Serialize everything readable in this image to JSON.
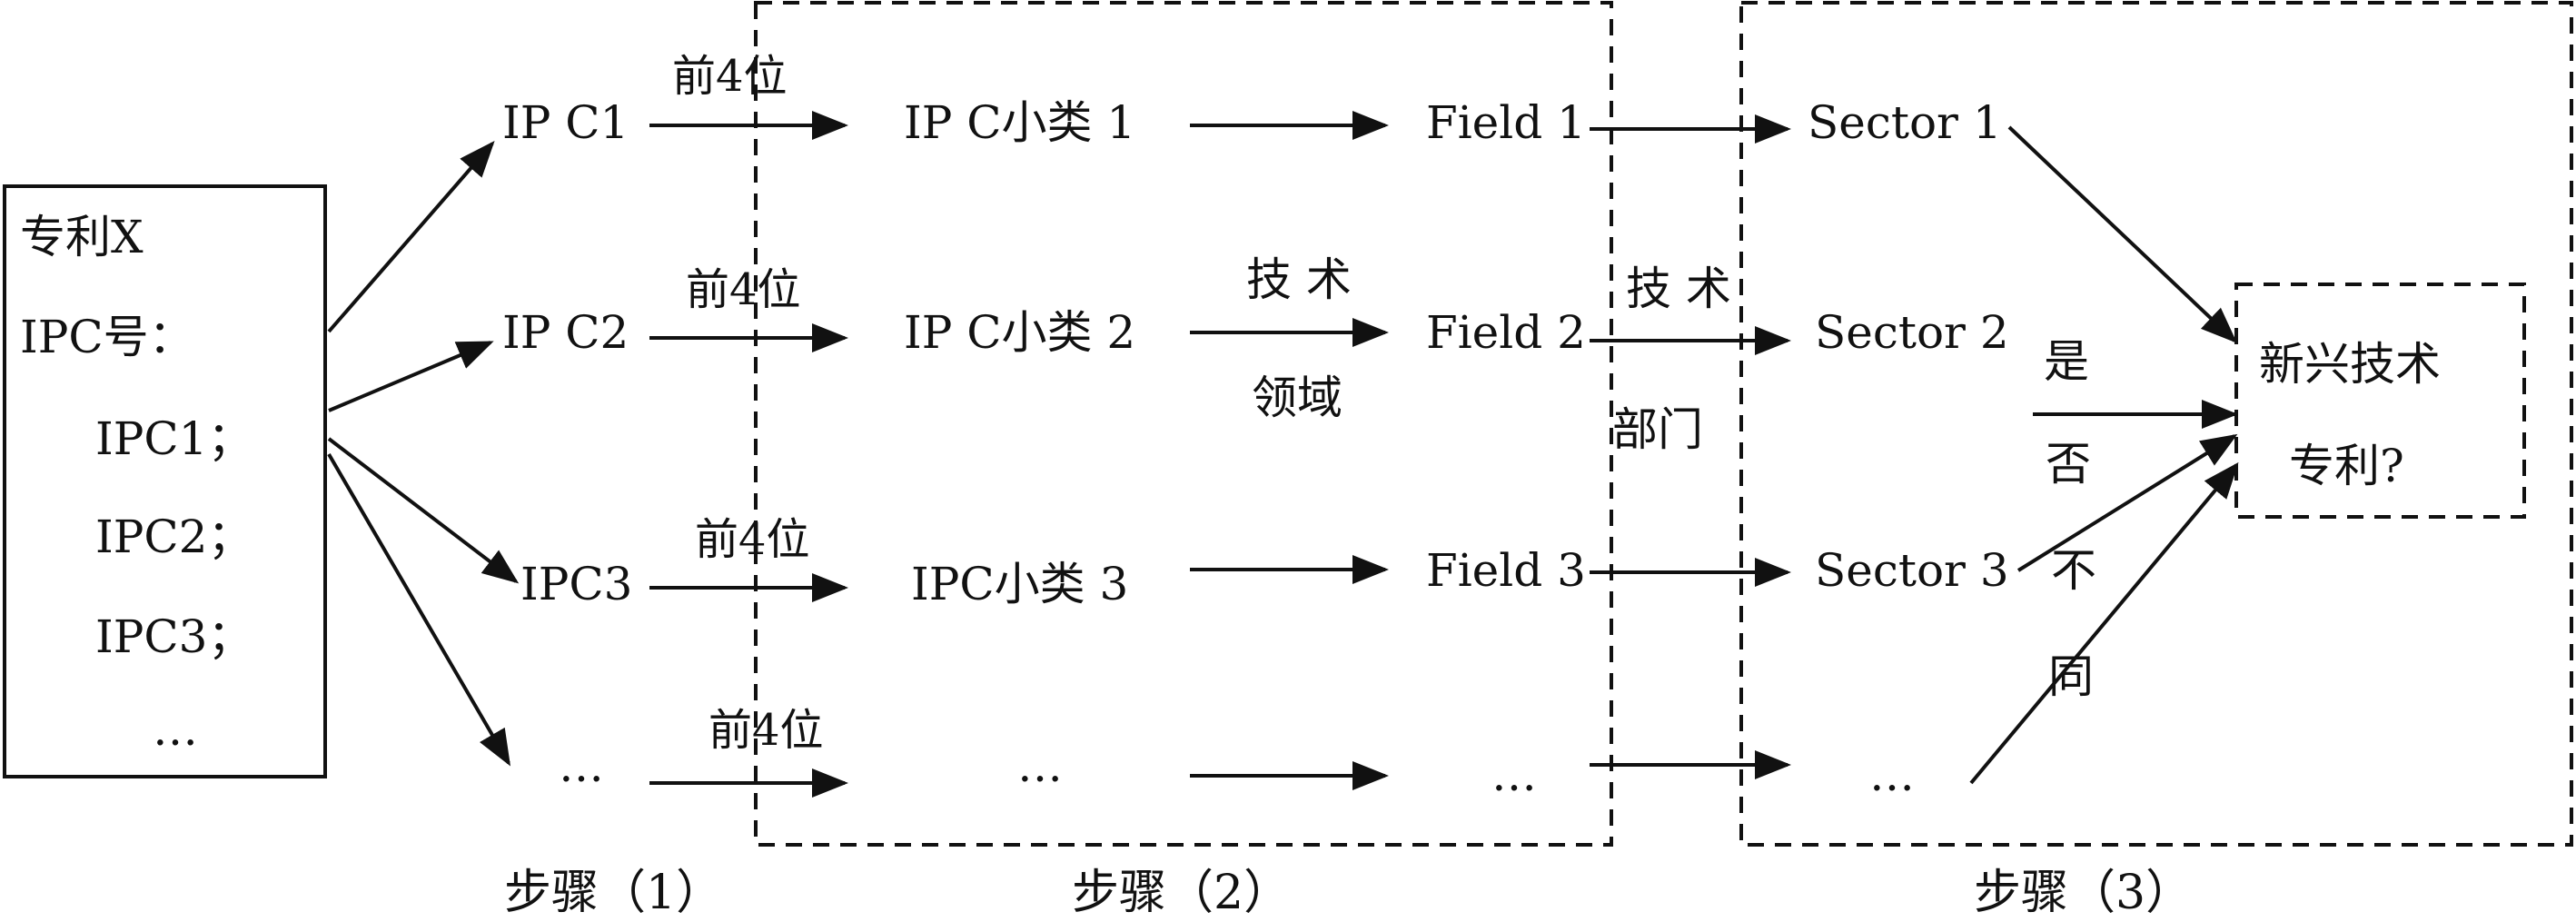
{
  "patent_box": {
    "title": "专利X",
    "ipc_label": "IPC号：",
    "items": [
      "IPC1；",
      "IPC2；",
      "IPC3；",
      "…"
    ]
  },
  "ipc_nodes": [
    "IP C1",
    "IP C2",
    "IPC3",
    "…"
  ],
  "first4_label": "前4位",
  "subclass_nodes": [
    "IP C小类 1",
    "IP C小类 2",
    "IPC小类 3",
    "…"
  ],
  "tech_field_label": [
    "技 术",
    "领域"
  ],
  "field_nodes": [
    "Field 1",
    "Field 2",
    "Field 3",
    "…"
  ],
  "tech_sector_label": [
    "技 术",
    "部门"
  ],
  "sector_nodes": [
    "Sector 1",
    "Sector 2",
    "Sector 3",
    "…"
  ],
  "question_label": [
    "是",
    "否",
    "不",
    "同"
  ],
  "result_box": [
    "新兴技术",
    "专利?"
  ],
  "steps": [
    "步骤（1）",
    "步骤（2）",
    "步骤（3）"
  ]
}
